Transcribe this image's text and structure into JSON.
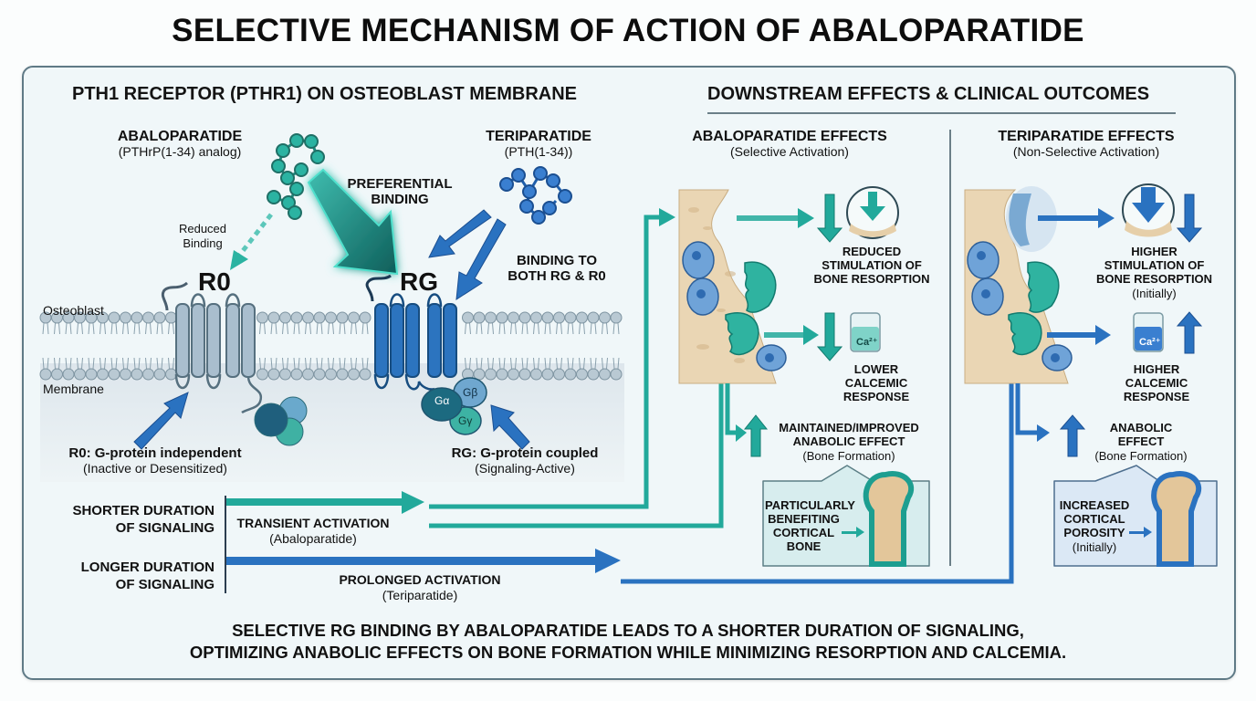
{
  "title": "SELECTIVE MECHANISM OF ACTION OF ABALOPARATIDE",
  "left_section": {
    "heading": "PTH1 RECEPTOR (PTHR1) ON OSTEOBLAST MEMBRANE",
    "abaloparatide": {
      "name": "ABALOPARATIDE",
      "desc": "(PTHrP(1-34) analog)"
    },
    "teriparatide": {
      "name": "TERIPARATIDE",
      "desc": "(PTH(1-34))"
    },
    "reduced_binding": [
      "Reduced",
      "Binding"
    ],
    "preferential_binding": [
      "PREFERENTIAL",
      "BINDING"
    ],
    "binding_both": [
      "BINDING TO",
      "BOTH RG & R0"
    ],
    "r0_label": "R0",
    "rg_label": "RG",
    "membrane_top": "Osteoblast",
    "membrane_bottom": "Membrane",
    "g_alpha": "Gα",
    "g_beta": "Gβ",
    "g_gamma": "Gγ",
    "r0_desc": {
      "title": "R0: G-protein independent",
      "sub": "(Inactive or Desensitized)"
    },
    "rg_desc": {
      "title": "RG: G-protein coupled",
      "sub": "(Signaling-Active)"
    }
  },
  "signaling": {
    "shorter": [
      "SHORTER DURATION",
      "OF SIGNALING"
    ],
    "longer": [
      "LONGER DURATION",
      "OF SIGNALING"
    ],
    "transient": {
      "title": "TRANSIENT ACTIVATION",
      "sub": "(Abaloparatide)"
    },
    "prolonged": {
      "title": "PROLONGED ACTIVATION",
      "sub": "(Teriparatide)"
    }
  },
  "right_section": {
    "heading": "DOWNSTREAM EFFECTS & CLINICAL OUTCOMES",
    "abalo": {
      "title": "ABALOPARATIDE EFFECTS",
      "sub": "(Selective Activation)",
      "resorption": [
        "REDUCED",
        "STIMULATION OF",
        "BONE RESORPTION"
      ],
      "calcemic": [
        "LOWER",
        "CALCEMIC",
        "RESPONSE"
      ],
      "anabolic": [
        "MAINTAINED/IMPROVED",
        "ANABOLIC EFFECT"
      ],
      "anabolic_sub": "(Bone Formation)",
      "bone_note": [
        "PARTICULARLY",
        "BENEFITING",
        "CORTICAL",
        "BONE"
      ],
      "calcium": "Ca²⁺"
    },
    "teri": {
      "title": "TERIPARATIDE EFFECTS",
      "sub": "(Non-Selective Activation)",
      "resorption": [
        "HIGHER",
        "STIMULATION OF",
        "BONE RESORPTION"
      ],
      "resorption_sub": "(Initially)",
      "calcemic": [
        "HIGHER",
        "CALCEMIC",
        "RESPONSE"
      ],
      "anabolic": [
        "ANABOLIC",
        "EFFECT"
      ],
      "anabolic_sub": "(Bone Formation)",
      "bone_note": [
        "INCREASED",
        "CORTICAL",
        "POROSITY"
      ],
      "bone_note_sub": "(Initially)",
      "calcium": "Ca²⁺"
    }
  },
  "footer": [
    "SELECTIVE RG BINDING BY ABALOPARATIDE LEADS TO A SHORTER DURATION OF SIGNALING,",
    "OPTIMIZING ANABOLIC EFFECTS ON BONE FORMATION WHILE MINIMIZING RESORPTION AND CALCEMIA."
  ],
  "colors": {
    "teal": "#22a99b",
    "teal_dark": "#0f6b66",
    "blue": "#2a72c0",
    "receptor_grey": "#a7bccb",
    "bone": "#ead6b4"
  }
}
